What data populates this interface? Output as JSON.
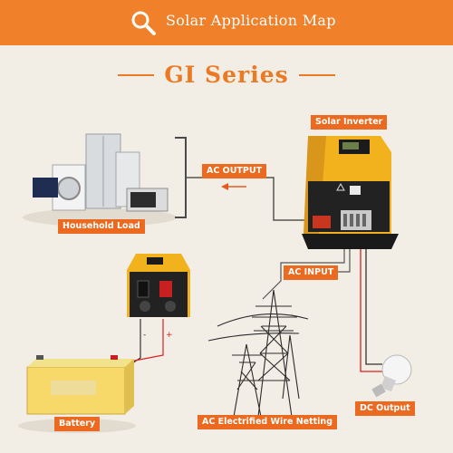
{
  "header": {
    "title": "Solar Application Map",
    "icon": "search-icon"
  },
  "series_title": "GI Series",
  "labels": {
    "solar_inverter": "Solar Inverter",
    "ac_output": "AC OUTPUT",
    "ac_input": "AC INPUT",
    "household_load": "Household Load",
    "battery": "Battery",
    "ac_grid": "AC Electrified Wire Netting",
    "dc_output": "DC Output"
  },
  "colors": {
    "accent": "#f0802a",
    "label_bg": "#ec6a1f",
    "background": "#f3eee5"
  }
}
